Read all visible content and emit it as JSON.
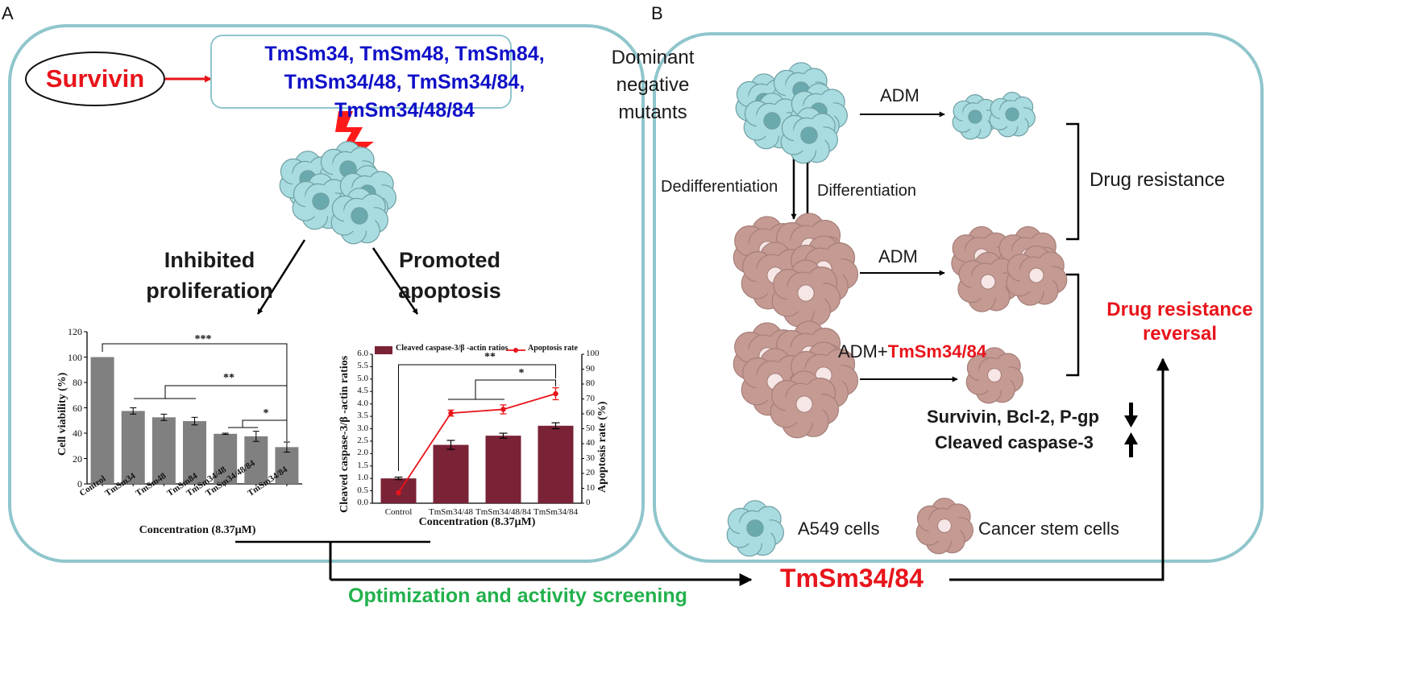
{
  "panels": {
    "a": "A",
    "b": "B"
  },
  "panel_a": {
    "survivin": "Survivin",
    "mutants": {
      "line1": "TmSm34, TmSm48, TmSm84,",
      "line2": "TmSm34/48, TmSm34/84,",
      "line3": "TmSm34/48/84"
    },
    "dominant": {
      "line1": "Dominant",
      "line2": "negative",
      "line3": "mutants"
    },
    "inhibited": {
      "line1": "Inhibited",
      "line2": "proliferation"
    },
    "promoted": {
      "line1": "Promoted",
      "line2": "apoptosis"
    }
  },
  "panel_b": {
    "adm_top": "ADM",
    "adm_mid": "ADM",
    "adm_bottom_prefix": "ADM+",
    "adm_bottom_drug": "TmSm34/84",
    "dedifferentiation": "Dedifferentiation",
    "differentiation": "Differentiation",
    "drug_resistance": "Drug resistance",
    "reversal": {
      "line1": "Drug resistance",
      "line2": "reversal"
    },
    "markers": {
      "down": "Survivin, Bcl-2, P-gp",
      "up": "Cleaved caspase-3"
    },
    "legend": {
      "a549": "A549 cells",
      "csc": "Cancer stem cells"
    }
  },
  "bottom": {
    "screening": "Optimization and activity screening",
    "selected": "TmSm34/84"
  },
  "colors": {
    "teal_border": "#8fc6cc",
    "cell_fill": "#a9dce0",
    "cell_nucleus": "#6aa9ad",
    "csc_fill": "#c49a93",
    "csc_nucleus": "#f6e7e6",
    "bar_gray": "#808080",
    "bar_maroon": "#7a2236",
    "line_red": "#e8141b",
    "title_red": "#e8141b",
    "mutant_blue": "#1010c8",
    "screen_green": "#22b14c"
  },
  "chart_data": [
    {
      "type": "bar",
      "categories": [
        "Control",
        "TmSm34",
        "TmSm48",
        "TmSm84",
        "TmSm34/48",
        "TmSm34/48/84",
        "TmSm34/84"
      ],
      "values": [
        100,
        57.5,
        52.5,
        49.5,
        39.5,
        37.5,
        29
      ],
      "errors": [
        0,
        2.5,
        2.5,
        3,
        0.5,
        4,
        4
      ],
      "xlabel": "Concentration (8.37μM)",
      "ylabel": "Cell viability (%)",
      "ylim": [
        0,
        120
      ],
      "yticks": [
        0,
        20,
        40,
        60,
        80,
        100,
        120
      ],
      "significance": [
        "***",
        "**",
        "*"
      ]
    },
    {
      "type": "bar",
      "categories": [
        "Control",
        "TmSm34/48",
        "TmSm34/48/84",
        "TmSm34/84"
      ],
      "series": [
        {
          "name": "Cleaved caspase-3/β -actin ratios",
          "kind": "bar",
          "axis": "left",
          "values": [
            1.0,
            2.35,
            2.72,
            3.12
          ],
          "errors": [
            0.05,
            0.18,
            0.1,
            0.12
          ]
        },
        {
          "name": "Apoptosis rate",
          "kind": "line",
          "axis": "right",
          "values": [
            7,
            60.5,
            63,
            73.5
          ],
          "errors": [
            0,
            2,
            3,
            4
          ]
        }
      ],
      "xlabel": "Concentration (8.37μM)",
      "ylabel": "Cleaved caspase-3/β -actin ratios",
      "ylabel_right": "Apoptosis rate (%)",
      "ylim": [
        0,
        6.0
      ],
      "ylim_right": [
        0,
        100
      ],
      "yticks": [
        "0.0",
        "0.5",
        "1.0",
        "1.5",
        "2.0",
        "2.5",
        "3.0",
        "3.5",
        "4.0",
        "4.5",
        "5.0",
        "5.5",
        "6.0"
      ],
      "yticks_right": [
        "0",
        "10",
        "20",
        "30",
        "40",
        "50",
        "60",
        "70",
        "80",
        "90",
        "100"
      ],
      "significance": [
        "**",
        "*"
      ]
    }
  ]
}
